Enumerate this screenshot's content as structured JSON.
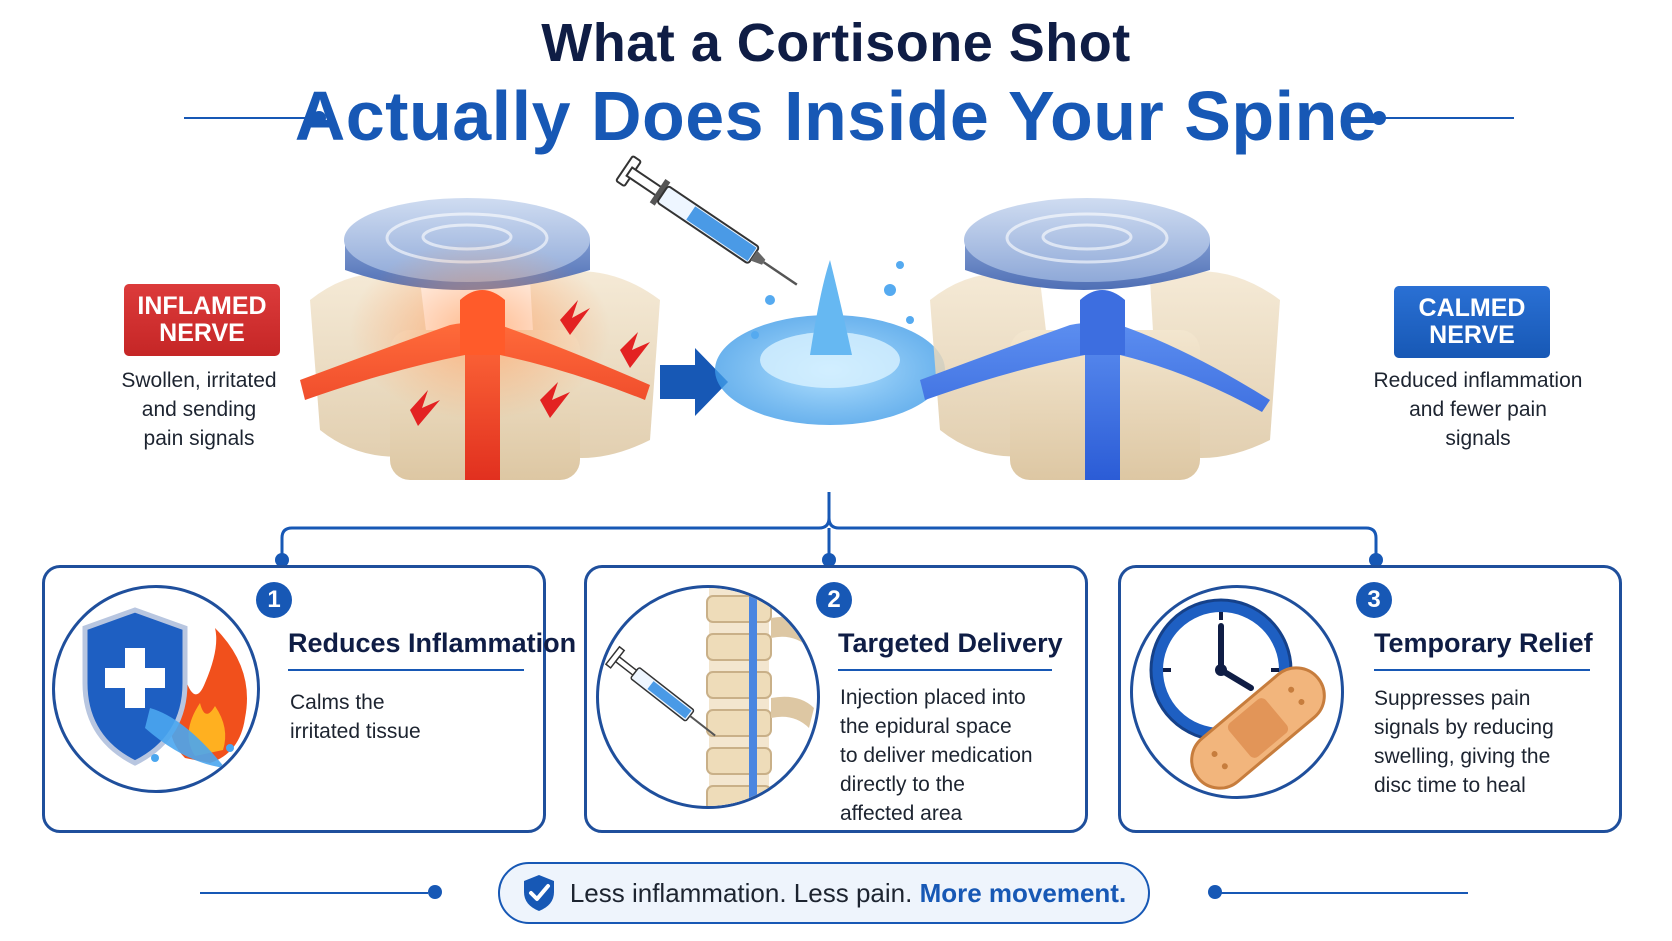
{
  "header": {
    "title_line1": "What a Cortisone Shot",
    "title_line2": "Actually Does Inside Your Spine"
  },
  "left_label": {
    "tag": [
      "INFLAMED",
      "NERVE"
    ],
    "description": [
      "Swollen, irritated",
      "and sending",
      "pain signals"
    ]
  },
  "right_label": {
    "tag": [
      "CALMED",
      "NERVE"
    ],
    "description": [
      "Reduced inflammation",
      "and fewer pain",
      "signals"
    ]
  },
  "cards": [
    {
      "number": "1",
      "title": "Reduces Inflammation",
      "description": [
        "Calms the",
        "irritated tissue"
      ]
    },
    {
      "number": "2",
      "title": "Targeted Delivery",
      "description": [
        "Injection placed into",
        "the epidural space",
        "to deliver medication",
        "directly to the",
        "affected area"
      ]
    },
    {
      "number": "3",
      "title": "Temporary Relief",
      "description": [
        "Suppresses pain",
        "signals by reducing",
        "swelling, giving the",
        "disc time to heal"
      ]
    }
  ],
  "footer": {
    "text_part1": "Less inflammation. Less pain.",
    "text_part2": "More movement."
  },
  "colors": {
    "navy": "#0f1d45",
    "brand_blue": "#1758b5",
    "inflamed_red": "#c52626",
    "card_border": "#1f4f9c"
  },
  "icons": [
    "syringe-icon",
    "arrow-right-icon",
    "shield-cross-icon",
    "flame-icon",
    "spine-icon",
    "clock-icon",
    "bandage-icon",
    "check-shield-icon"
  ]
}
